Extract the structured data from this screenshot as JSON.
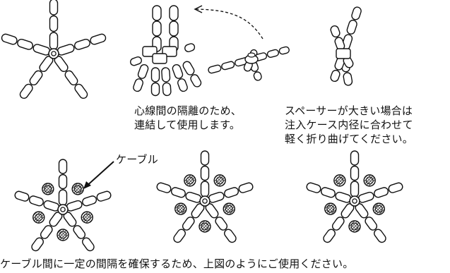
{
  "captions": {
    "separation": [
      "心線間の隔離のため、",
      "連結して使用します。"
    ],
    "bend": [
      "スペーサーが大きい場合は",
      "注入ケース内径に合わせて",
      "軽く折り曲げてください。"
    ],
    "cable_label": "ケーブル",
    "bottom": "ケーブル間に一定の間隔を確保するため、上図のようにご使用ください。"
  },
  "colors": {
    "stroke": "#111111",
    "fill": "#ffffff",
    "cable_hatch": "#333333"
  }
}
